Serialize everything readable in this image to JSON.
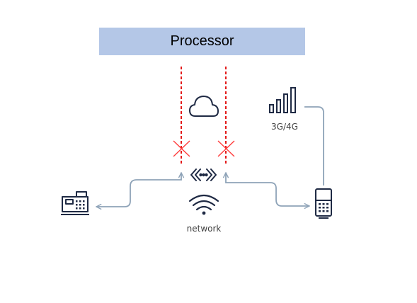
{
  "processor": {
    "label": "Processor"
  },
  "labels": {
    "cellular": "3G/4G",
    "network": "network"
  },
  "icons": [
    "cloud-icon",
    "cellular-signal-icon",
    "router-icon",
    "wifi-icon",
    "cash-register-icon",
    "card-reader-icon"
  ],
  "colors": {
    "processor_fill": "#b4c7e7",
    "blocked_link": "#e00000",
    "connector": "#8ea3b8",
    "icon_stroke": "#1f2a44"
  },
  "links": [
    {
      "from": "router",
      "to": "processor",
      "status": "blocked"
    },
    {
      "from": "router",
      "to": "processor",
      "status": "blocked"
    },
    {
      "from": "cash-register",
      "to": "router",
      "direction": "bidirectional"
    },
    {
      "from": "router",
      "to": "card-reader",
      "direction": "bidirectional"
    },
    {
      "from": "card-reader",
      "to": "cellular",
      "direction": "none"
    }
  ]
}
